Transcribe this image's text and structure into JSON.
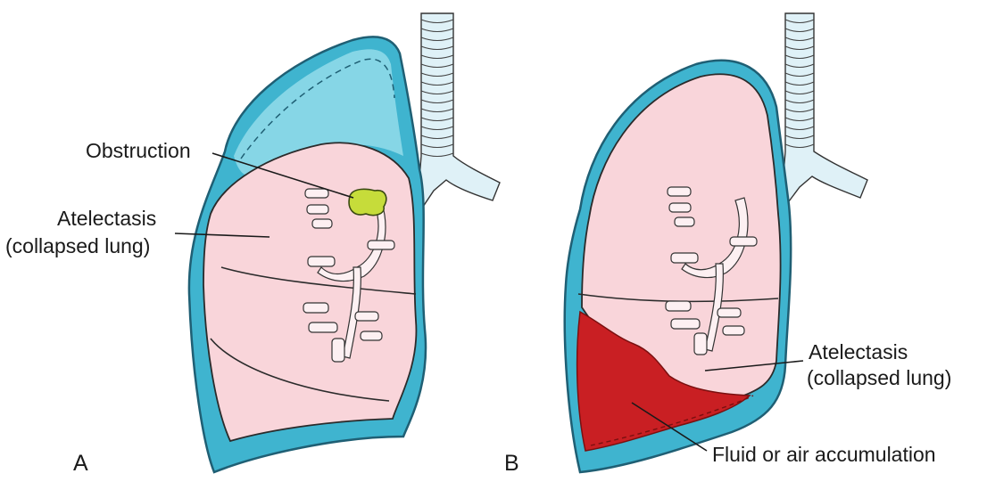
{
  "panels": {
    "a": {
      "letter": "A",
      "obstruction_label": "Obstruction",
      "atelectasis_label_line1": "Atelectasis",
      "atelectasis_label_line2": "(collapsed lung)"
    },
    "b": {
      "letter": "B",
      "atelectasis_label_line1": "Atelectasis",
      "atelectasis_label_line2": "(collapsed lung)",
      "fluid_label": "Fluid or air accumulation"
    }
  },
  "colors": {
    "pleura": "#3fb4cf",
    "pleural_space": "#86d6e6",
    "lung_tissue": "#f9d5da",
    "fluid": "#c91f23",
    "obstruction": "#c6dc3a",
    "trachea": "#dff1f7"
  }
}
